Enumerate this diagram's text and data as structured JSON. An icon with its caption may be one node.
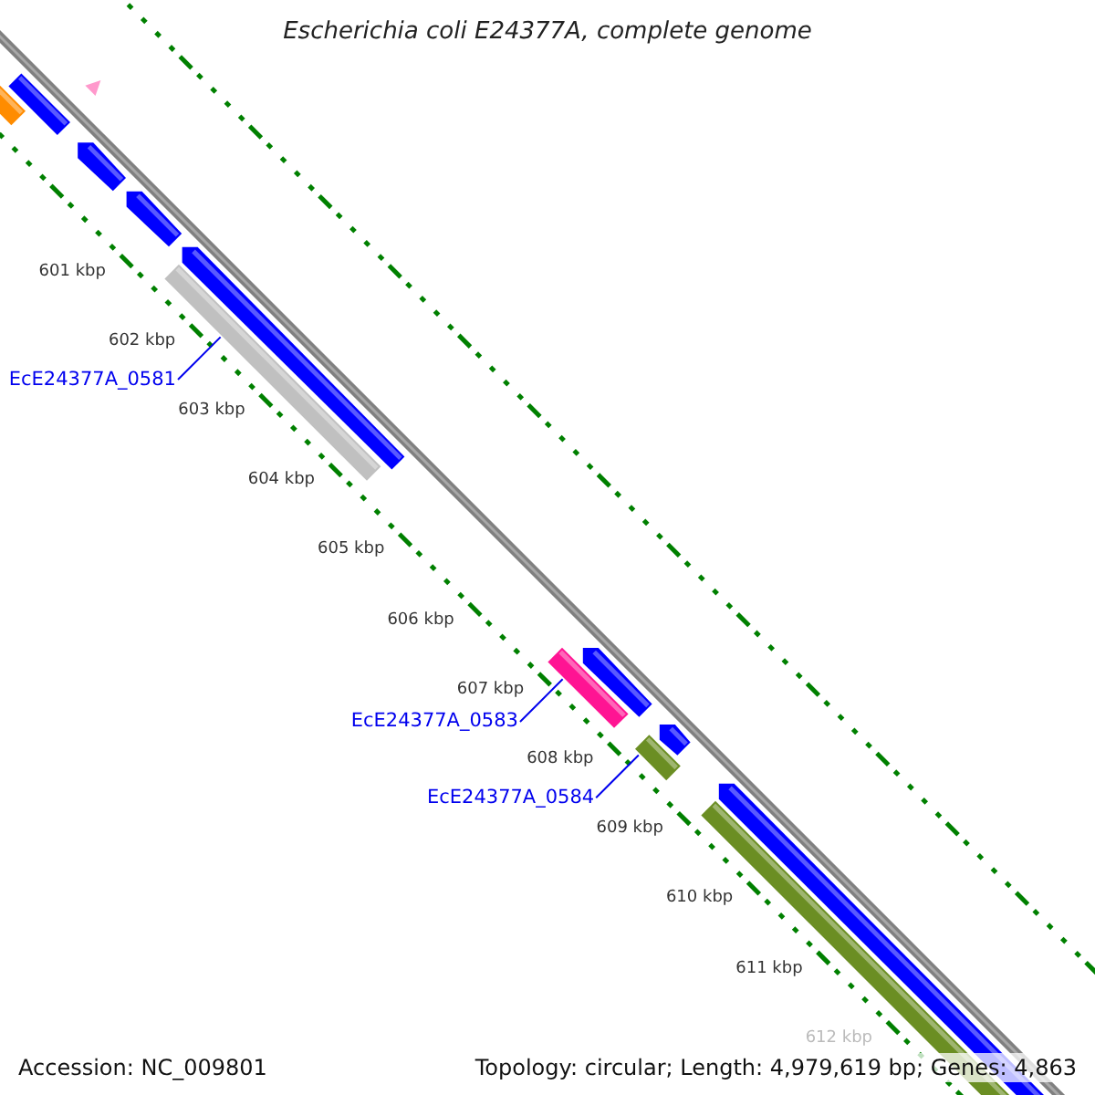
{
  "diagram": {
    "title": "Escherichia coli E24377A, complete genome",
    "nodes": [
      {
        "text": [
          "EcE24377A_0581"
        ]
      },
      {
        "text": [],
        "shape": "bar"
      },
      {
        "text": [
          "EcE24377A_0583"
        ]
      },
      {
        "text": [],
        "shape": "bar"
      },
      {
        "text": [
          "EcE24377A_0584"
        ]
      },
      {
        "text": [],
        "shape": "bar"
      }
    ],
    "edges": [
      {
        "from": 0,
        "to": 1,
        "arrow": "none"
      },
      {
        "from": 2,
        "to": 3,
        "arrow": "none"
      },
      {
        "from": 4,
        "to": 5,
        "arrow": "none"
      }
    ],
    "labels": [
      "601 kbp",
      "602 kbp",
      "603 kbp",
      "604 kbp",
      "605 kbp",
      "606 kbp",
      "607 kbp",
      "608 kbp",
      "609 kbp",
      "610 kbp",
      "611 kbp",
      "612 kbp",
      "Accession: NC_009801",
      "Topology: circular; Length: 4,979,619 bp; Genes: 4,863"
    ]
  }
}
